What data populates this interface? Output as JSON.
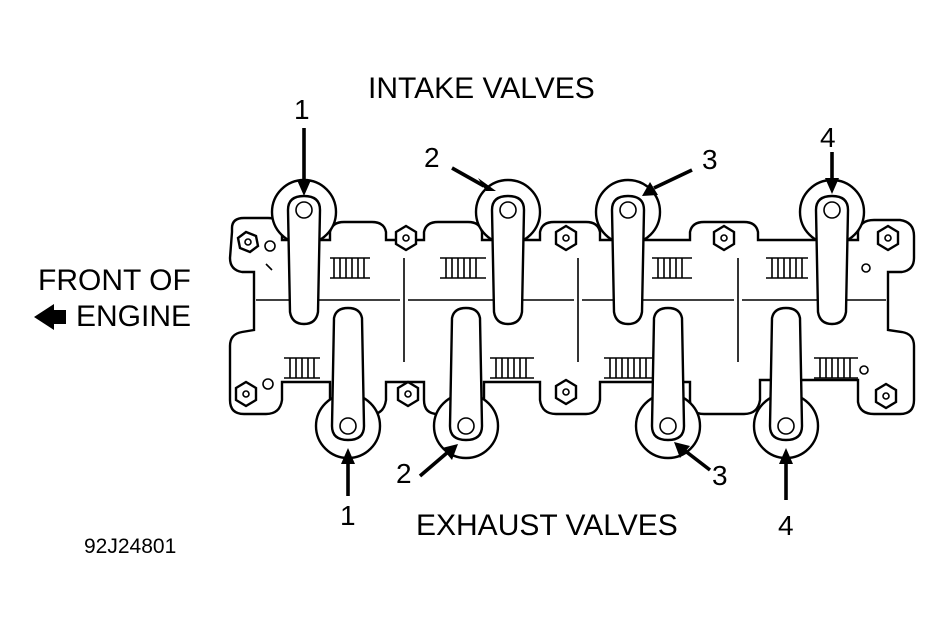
{
  "labels": {
    "intake": "INTAKE VALVES",
    "exhaust": "EXHAUST  VALVES",
    "front_line1": "FRONT OF",
    "front_line2": "ENGINE",
    "figure_id": "92J24801"
  },
  "intake_numbers": [
    "1",
    "2",
    "3",
    "4"
  ],
  "exhaust_numbers": [
    "1",
    "2",
    "3",
    "4"
  ],
  "front_arrow_icon": "left-arrow-icon"
}
